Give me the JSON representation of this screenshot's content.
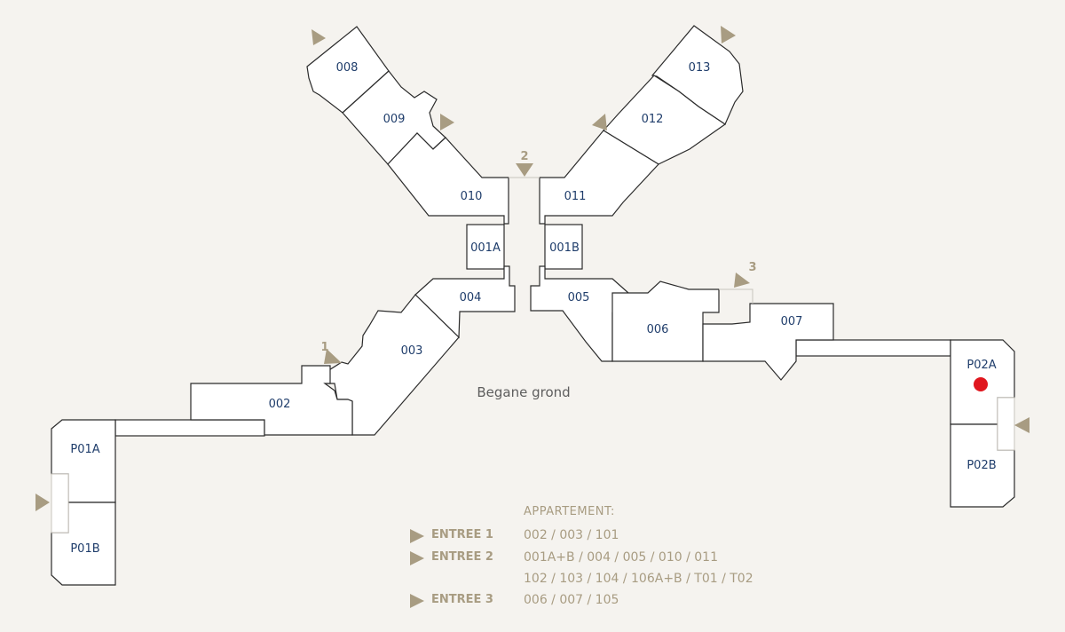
{
  "floor_label": "Begane grond",
  "units": {
    "u008": "008",
    "u009": "009",
    "u010": "010",
    "u013": "013",
    "u012": "012",
    "u011": "011",
    "u001A": "001A",
    "u001B": "001B",
    "u004": "004",
    "u005": "005",
    "u003": "003",
    "u002": "002",
    "u006": "006",
    "u007": "007",
    "uP01A": "P01A",
    "uP01B": "P01B",
    "uP02A": "P02A",
    "uP02B": "P02B"
  },
  "entries": {
    "e1": "1",
    "e2": "2",
    "e3": "3"
  },
  "legend": {
    "header": "APPARTEMENT:",
    "rows": [
      {
        "name": "ENTREE 1",
        "values": [
          "002 / 003 / 101"
        ]
      },
      {
        "name": "ENTREE 2",
        "values": [
          "001A+B / 004 / 005 / 010 / 011",
          "102 / 103 / 104 / 106A+B / T01 / T02"
        ]
      },
      {
        "name": "ENTREE 3",
        "values": [
          "006 / 007 / 105"
        ]
      }
    ]
  },
  "colors": {
    "accent": "#a89c82",
    "unit_label": "#1f3d6b",
    "marker": "#e0161e",
    "background": "#f5f3ef"
  }
}
